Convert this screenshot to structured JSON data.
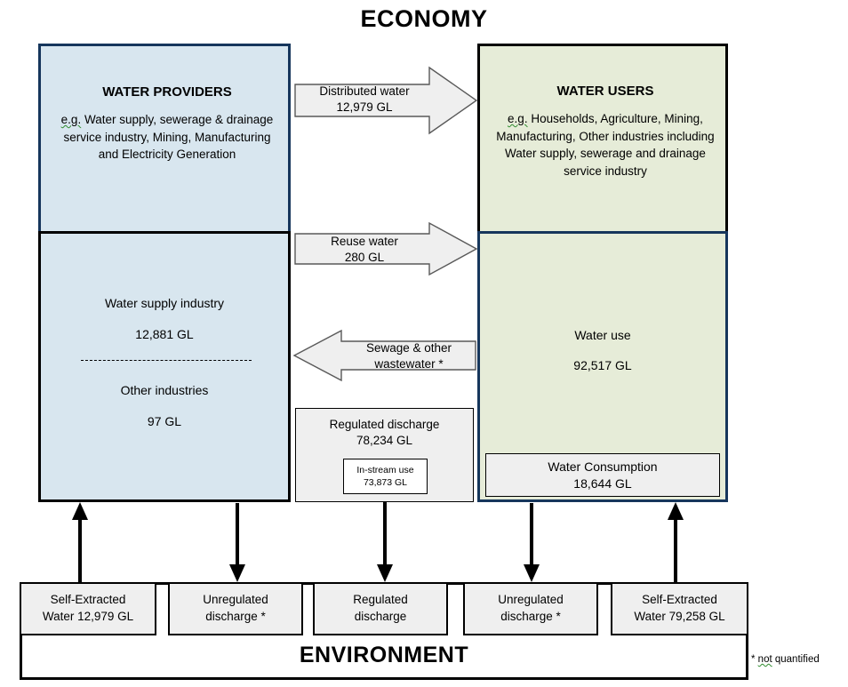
{
  "title": "ECONOMY",
  "environment_title": "ENVIRONMENT",
  "footnote": "* not quantified",
  "colors": {
    "providers_fill": "#d8e6ef",
    "users_fill": "#e6ecd8",
    "navy_border": "#16365c",
    "black_border": "#000000",
    "arrow_fill": "#efefef"
  },
  "providers": {
    "heading": "WATER PROVIDERS",
    "eg_prefix": "e.g.",
    "description": " Water supply, sewerage & drainage service industry, Mining, Manufacturing and Electricity Generation",
    "water_supply_industry_label": "Water supply industry",
    "water_supply_industry_value": "12,881 GL",
    "other_industries_label": "Other industries",
    "other_industries_value": "97 GL"
  },
  "users": {
    "heading": "WATER USERS",
    "eg_prefix": "e.g.",
    "description": " Households, Agriculture, Mining, Manufacturing, Other industries including Water supply, sewerage and drainage service industry",
    "water_use_label": "Water use",
    "water_use_value": "92,517 GL",
    "consumption_label": "Water Consumption",
    "consumption_value": "18,644 GL"
  },
  "flows": {
    "distributed_water": {
      "label": "Distributed water",
      "value": "12,979 GL",
      "direction": "right"
    },
    "reuse_water": {
      "label": "Reuse water",
      "value": "280 GL",
      "direction": "right"
    },
    "sewage": {
      "label": "Sewage & other",
      "label2": "wastewater *",
      "direction": "left"
    }
  },
  "regulated_discharge": {
    "label": "Regulated discharge",
    "value": "78,234 GL",
    "instream_label": "In-stream use",
    "instream_value": "73,873 GL"
  },
  "environment_cells": [
    {
      "line1": "Self-Extracted",
      "line2": "Water 12,979 GL"
    },
    {
      "line1": "Unregulated",
      "line2": "discharge *"
    },
    {
      "line1": "Regulated",
      "line2": "discharge"
    },
    {
      "line1": "Unregulated",
      "line2": "discharge *"
    },
    {
      "line1": "Self-Extracted",
      "line2": "Water 79,258 GL"
    }
  ]
}
